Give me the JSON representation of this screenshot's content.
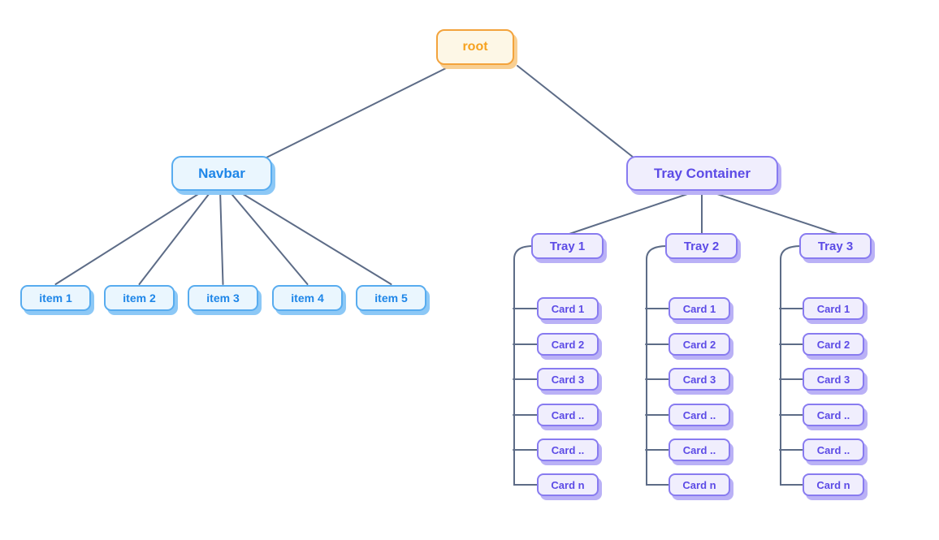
{
  "diagram": {
    "root": {
      "label": "root"
    },
    "navbar": {
      "label": "Navbar",
      "items": [
        "item 1",
        "item 2",
        "item 3",
        "item 4",
        "item 5"
      ]
    },
    "tray_container": {
      "label": "Tray Container",
      "trays": [
        {
          "label": "Tray 1",
          "cards": [
            "Card 1",
            "Card 2",
            "Card 3",
            "Card ..",
            "Card ..",
            "Card n"
          ]
        },
        {
          "label": "Tray 2",
          "cards": [
            "Card 1",
            "Card 2",
            "Card 3",
            "Card ..",
            "Card ..",
            "Card n"
          ]
        },
        {
          "label": "Tray 3",
          "cards": [
            "Card 1",
            "Card 2",
            "Card 3",
            "Card ..",
            "Card ..",
            "Card n"
          ]
        }
      ]
    }
  },
  "palette": {
    "background": "#FFFFFF",
    "edge": "#5D6C87",
    "amber_fill": "#FDF7E6",
    "amber_border": "#F3A33C",
    "amber_text": "#F6A21F",
    "amber_shadow": "#F8CF92",
    "blue_fill": "#EAF6FE",
    "blue_border": "#58ACEF",
    "blue_text": "#1E86E8",
    "blue_shadow": "#8CC8F6",
    "purple_fill": "#F0EEFD",
    "purple_border": "#887BF0",
    "purple_text": "#5C4BE6",
    "purple_shadow": "#BAB1F6"
  }
}
